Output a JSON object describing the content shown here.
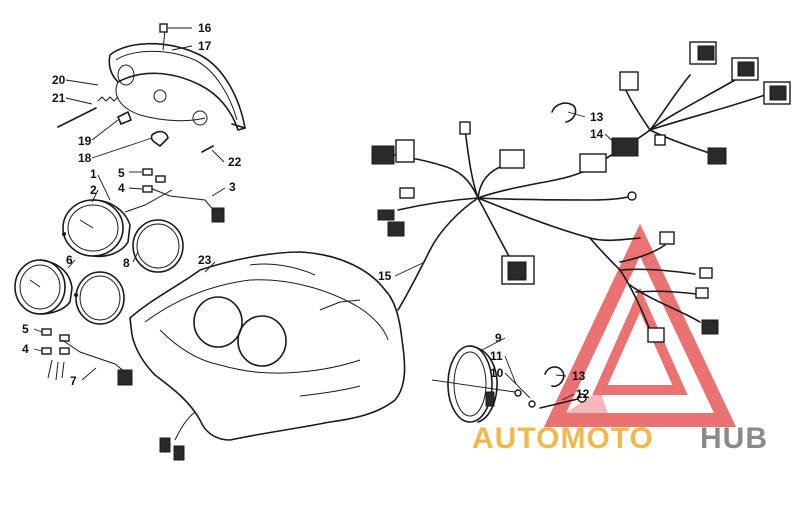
{
  "diagram": {
    "callouts": {
      "c1": "1",
      "c2": "2",
      "c3": "3",
      "c4a": "4",
      "c4b": "4",
      "c5a": "5",
      "c5b": "5",
      "c6": "6",
      "c7": "7",
      "c8": "8",
      "c9": "9",
      "c10": "10",
      "c11": "11",
      "c12": "12",
      "c13a": "13",
      "c13b": "13",
      "c14": "14",
      "c15": "15",
      "c16": "16",
      "c17": "17",
      "c18": "18",
      "c19": "19",
      "c20": "20",
      "c21": "21",
      "c22": "22",
      "c23": "23"
    },
    "watermark": {
      "part1": "AUTOMOTO",
      "part2": "HUB",
      "accent_color": "#f2b84b",
      "triangle_color": "#e85a5a",
      "hub_color": "#8a8a8a"
    }
  }
}
